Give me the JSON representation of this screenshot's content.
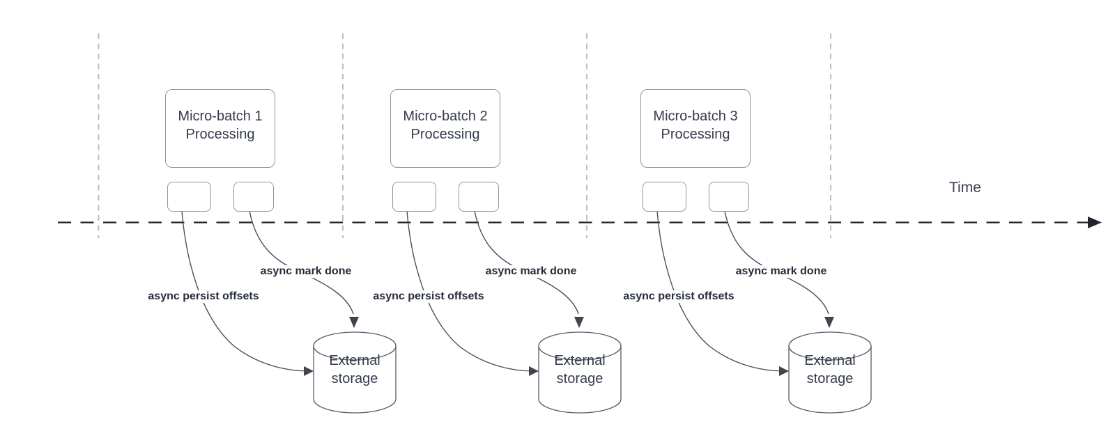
{
  "colors": {
    "axis": "#20242c",
    "gridline": "#b7b7bb",
    "edge": "#4b505a",
    "arrowhead": "#3f444d",
    "node-border": "#9196a0",
    "cylinder-border": "#565b63",
    "node-text": "#343b4b",
    "label-text": "#262c3a"
  },
  "time_axis": {
    "label": "Time"
  },
  "batches": [
    {
      "title_line1": "Micro-batch 1",
      "title_line2": "Processing",
      "persist_edge_label": "async persist offsets",
      "done_edge_label": "async mark done",
      "storage_line1": "External",
      "storage_line2": "storage"
    },
    {
      "title_line1": "Micro-batch 2",
      "title_line2": "Processing",
      "persist_edge_label": "async persist offsets",
      "done_edge_label": "async mark done",
      "storage_line1": "External",
      "storage_line2": "storage"
    },
    {
      "title_line1": "Micro-batch 3",
      "title_line2": "Processing",
      "persist_edge_label": "async persist offsets",
      "done_edge_label": "async mark done",
      "storage_line1": "External",
      "storage_line2": "storage"
    }
  ]
}
